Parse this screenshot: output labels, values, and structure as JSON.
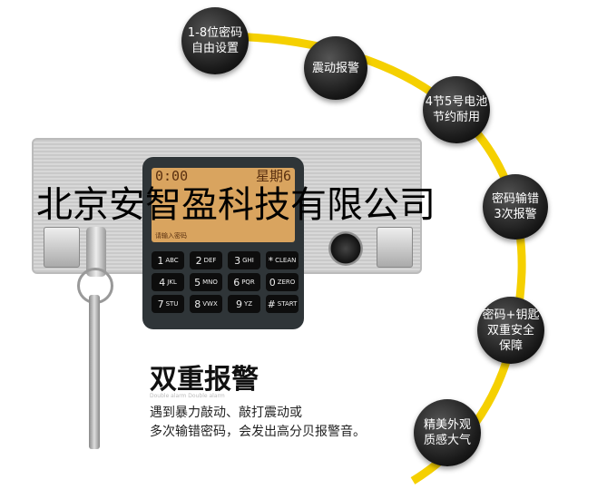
{
  "watermark": "北京安智盈科技有限公司",
  "features": [
    {
      "line1": "1-8位密码",
      "line2": "自由设置"
    },
    {
      "line1": "震动报警",
      "line2": ""
    },
    {
      "line1": "4节5号电池",
      "line2": "节约耐用"
    },
    {
      "line1": "密码输错",
      "line2": "3次报警"
    },
    {
      "line1": "密码+钥匙",
      "line2": "双重安全",
      "line3": "保障"
    },
    {
      "line1": "精美外观",
      "line2": "质感大气"
    }
  ],
  "lcd": {
    "time": "0:00",
    "week": "星期6",
    "prompt": "请输入密码"
  },
  "keys": [
    {
      "n": "1",
      "l": "ABC"
    },
    {
      "n": "2",
      "l": "DEF"
    },
    {
      "n": "3",
      "l": "GHI"
    },
    {
      "n": "*",
      "l": "CLEAN"
    },
    {
      "n": "4",
      "l": "JKL"
    },
    {
      "n": "5",
      "l": "MNO"
    },
    {
      "n": "6",
      "l": "PQR"
    },
    {
      "n": "0",
      "l": "ZERO"
    },
    {
      "n": "7",
      "l": "STU"
    },
    {
      "n": "8",
      "l": "VWX"
    },
    {
      "n": "9",
      "l": "YZ"
    },
    {
      "n": "#",
      "l": "START"
    }
  ],
  "section": {
    "title": "双重报警",
    "subtitle": "Double alarm Double alarm",
    "desc1": "遇到暴力敲动、敲打震动或",
    "desc2": "多次输错密码，会发出高分贝报警音。"
  },
  "colors": {
    "arc": "#f5d000"
  }
}
